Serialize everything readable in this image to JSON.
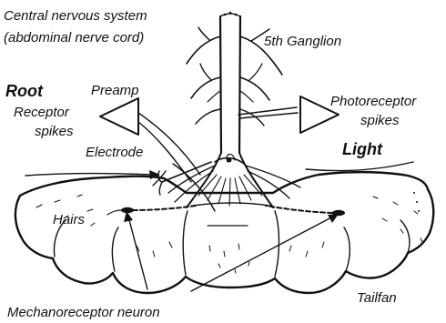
{
  "labels": {
    "cns_line1": "Central nervous system",
    "cns_line2": "(abdominal nerve cord)",
    "ganglion": "5th Ganglion",
    "root": "Root",
    "preamp": "Preamp",
    "receptor_line1": "Receptor",
    "receptor_line2": "spikes",
    "photoreceptor_line1": "Photoreceptor",
    "photoreceptor_line2": "spikes",
    "electrode": "Electrode",
    "light": "Light",
    "hairs": "Hairs",
    "tailfan": "Tailfan",
    "mechanoreceptor": "Mechanoreceptor neuron"
  }
}
